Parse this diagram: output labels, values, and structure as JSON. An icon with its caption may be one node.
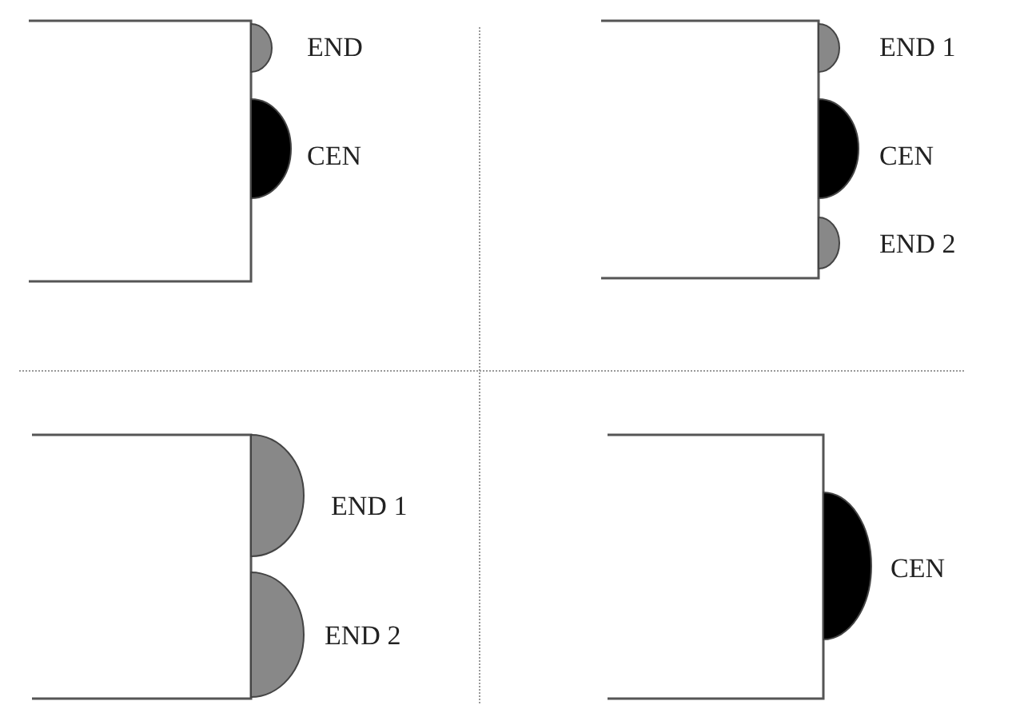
{
  "diagram": {
    "labels": [
      "END",
      "CEN",
      "END 1",
      "CEN",
      "END 2",
      "END 1",
      "END 2",
      "CEN"
    ]
  }
}
